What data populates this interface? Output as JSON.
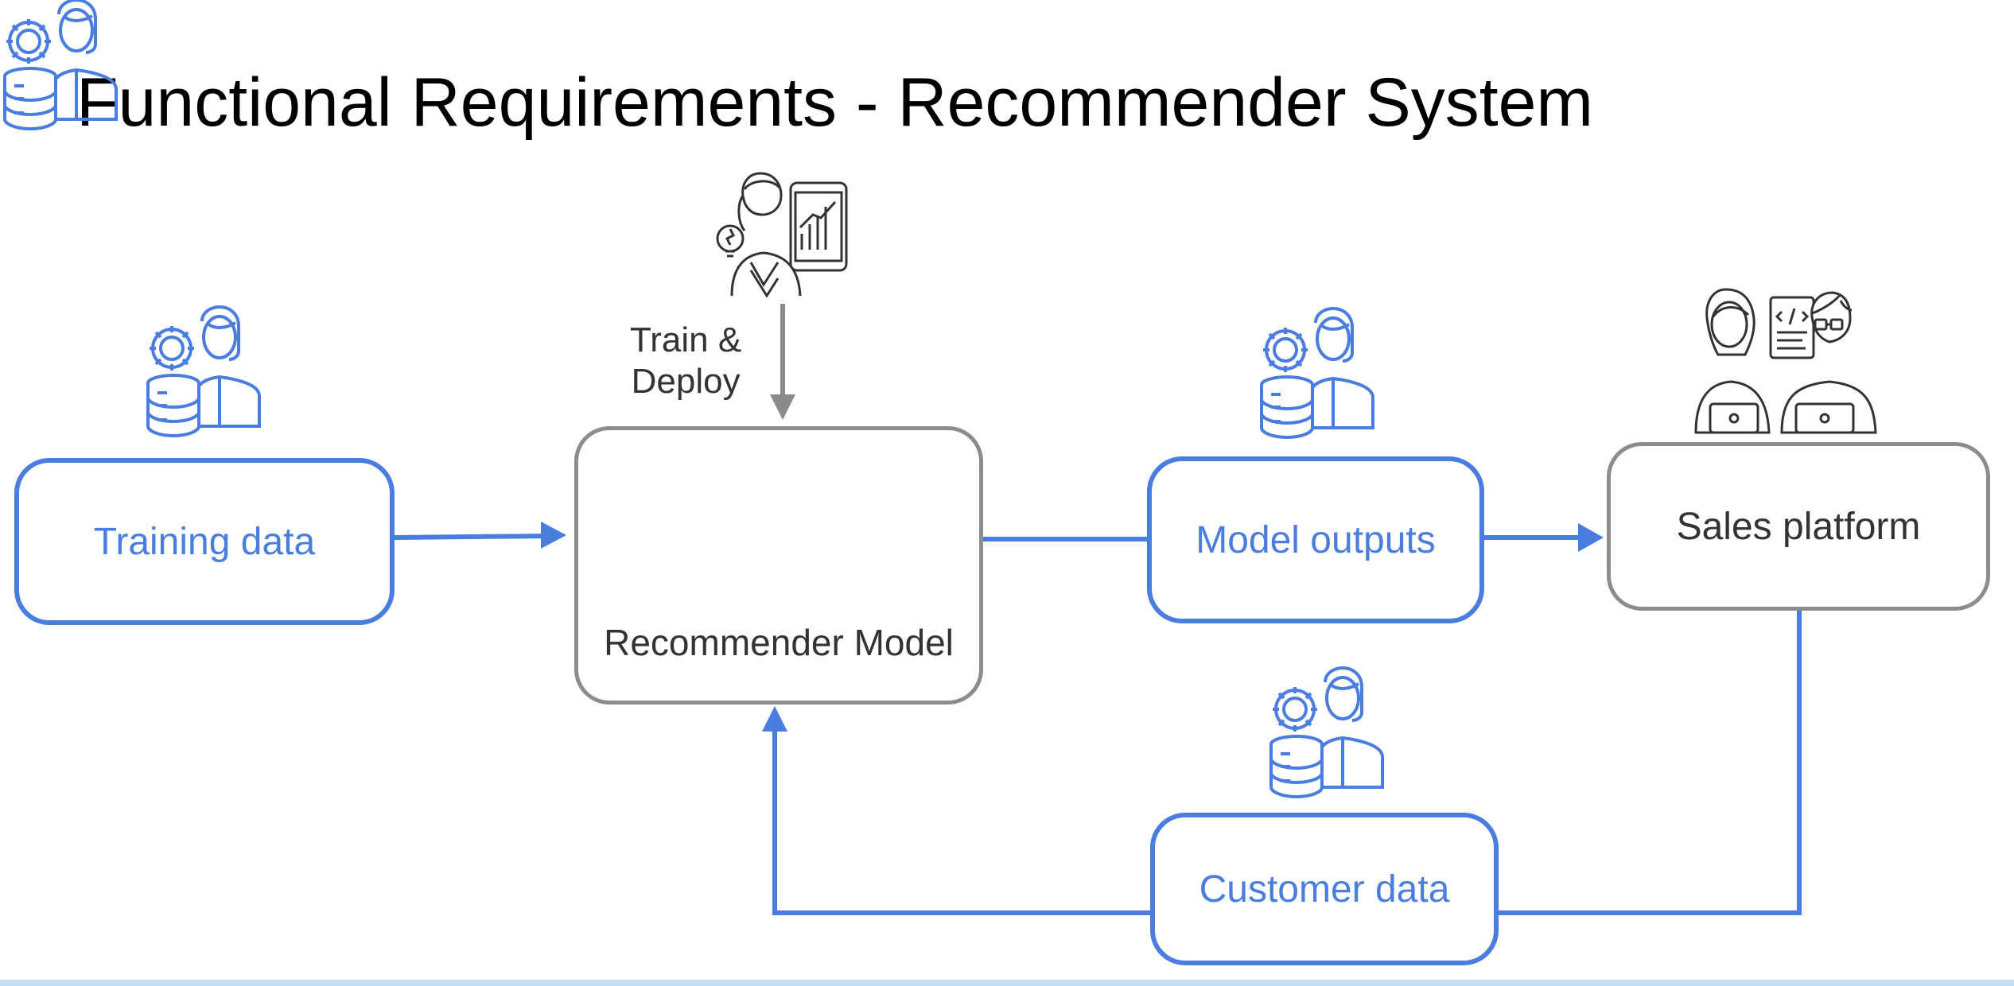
{
  "title": "Functional Requirements - Recommender System",
  "nodes": {
    "training_data": "Training data",
    "recommender_model": "Recommender Model",
    "model_outputs": "Model outputs",
    "sales_platform": "Sales platform",
    "customer_data": "Customer data"
  },
  "edges": {
    "train_deploy_line1": "Train &",
    "train_deploy_line2": "Deploy"
  },
  "icons": {
    "data_engineer": "data-engineer-icon",
    "data_scientist": "data-scientist-icon",
    "neural_network": "neural-network-icon",
    "sales_team": "sales-team-icon"
  },
  "colors": {
    "accent": "#4a7de0",
    "neutral_border": "#8c8c8c",
    "neutral_arrow": "#8a8a8a",
    "text_dark": "#333333"
  }
}
